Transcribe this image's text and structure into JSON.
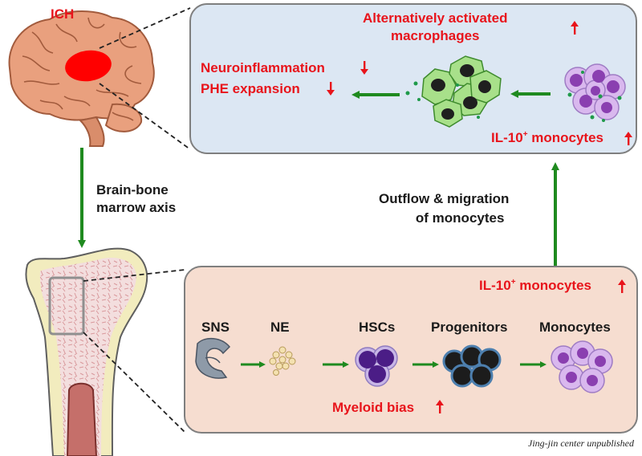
{
  "brain": {
    "label": "ICH"
  },
  "axis": {
    "line1": "Brain-bone",
    "line2": "marrow axis"
  },
  "top_panel": {
    "macrophage_line1": "Alternatively activated",
    "macrophage_line2": "macrophages",
    "effect_line1": "Neuroinflammation",
    "effect_line2": "PHE expansion",
    "monocyte_prefix": "IL-10",
    "monocyte_sup": "+",
    "monocyte_suffix": " monocytes"
  },
  "outflow": {
    "line1": "Outflow & migration",
    "line2": "of monocytes"
  },
  "bottom_panel": {
    "monocyte_prefix": "IL-10",
    "monocyte_sup": "+",
    "monocyte_suffix": " monocytes",
    "stages": [
      "SNS",
      "NE",
      "HSCs",
      "Progenitors",
      "Monocytes"
    ],
    "bias_label": "Myeloid bias"
  },
  "credit": "Jing-jin center unpublished",
  "colors": {
    "accent_red": "#e8141b",
    "arrow_green": "#1f8a1f",
    "top_panel_bg": "#dce7f3",
    "bottom_panel_bg": "#f6ddd0"
  }
}
